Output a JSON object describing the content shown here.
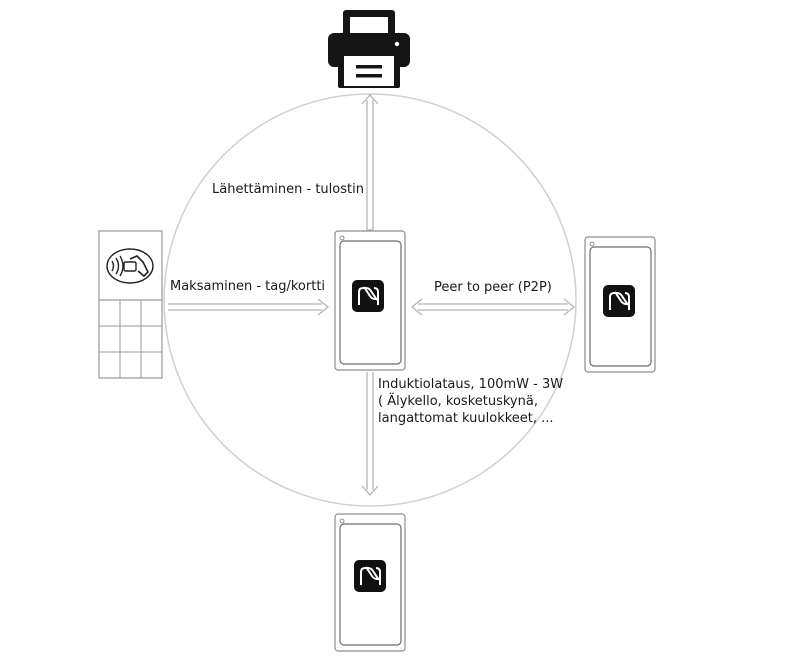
{
  "labels": {
    "print": "Lähettäminen - tulostin",
    "payment": "Maksaminen - tag/kortti",
    "p2p": "Peer to peer (P2P)",
    "induction": [
      "Induktiolataus, 100mW - 3W",
      "( Älykello, kosketuskynä,",
      "langattomat kuulokkeet, ..."
    ]
  },
  "icons": {
    "printer": "printer-icon",
    "payment_terminal": "payment-terminal-icon",
    "contactless": "contactless-payment-icon",
    "nfc": "nfc-icon",
    "phone": "phone-icon"
  },
  "colors": {
    "line": "#b8b8b8",
    "circle": "#d4d4d4",
    "icon": "#111111",
    "device_frame": "#9a9a9a"
  }
}
